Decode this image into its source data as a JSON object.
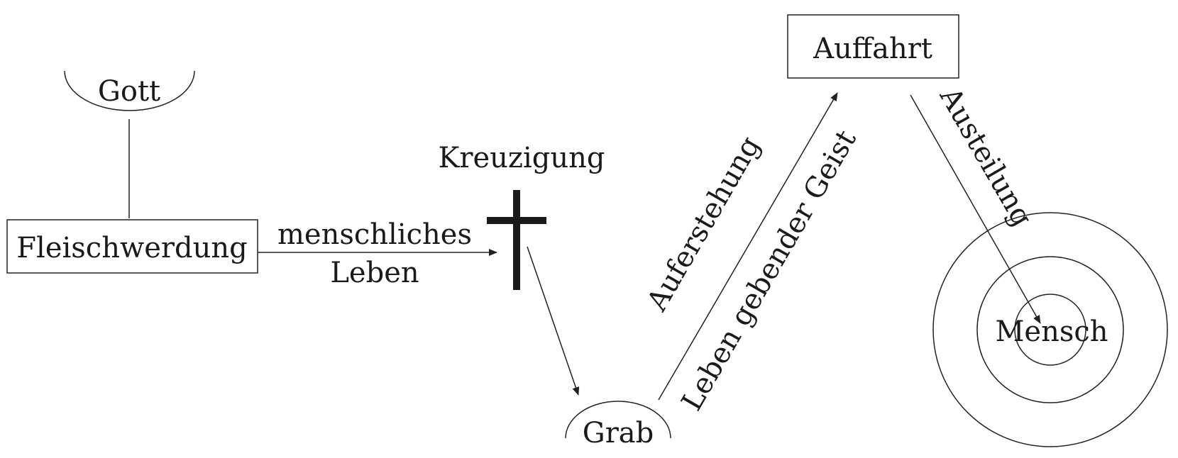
{
  "diagram": {
    "nodes": {
      "gott": "Gott",
      "fleischwerdung": "Fleischwerdung",
      "kreuzigung": "Kreuzigung",
      "grab": "Grab",
      "auffahrt": "Auffahrt",
      "mensch": "Mensch"
    },
    "edges": {
      "menschliches": "menschliches",
      "leben": "Leben",
      "auferstehung": "Auferstehung",
      "leben_gebender_geist": "Leben gebender Geist",
      "austeilung": "Austeilung"
    }
  }
}
